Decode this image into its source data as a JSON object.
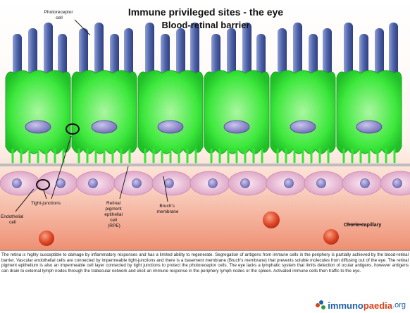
{
  "title": {
    "line1": "Immune privileged sites - the eye",
    "line2": "Blood-retinal barrier"
  },
  "labels": {
    "photoreceptor": [
      "Photoreceptor",
      "cell"
    ],
    "tight_junctions": "Tight-junctions",
    "endothelial": [
      "Endothelial",
      "cell"
    ],
    "rpe": [
      "Retinal",
      "pigment",
      "epithelial",
      "cell",
      "(RPE)"
    ],
    "bruchs": [
      "Bruch's",
      "membrane"
    ],
    "chorio": "Chorio-capillary"
  },
  "caption": "The retina is highly susceptible to damage by inflammatory responses and has a limited ability to regenerate. Segregation of antigens from immune cells in the periphery is partially achieved by the blood-retinal barrier. Vascular endothelial cells are connected by impermeable tight-junctions and there is a basement membrane (Bruch's membrane) that prevents soluble molecules from diffusing out of the eye. The retinal pigment epithelium is also an impermeable cell layer connected by tight junctions to protect the photoreceptor cells. The eye lacks a lymphatic system that limits detection of ocular antigens, however antigens can drain to external lymph nodes through the trabecular network and elicit an immune response in the periphery lymph nodes or the spleen. Activated immune cells then traffic to the eye.",
  "logo": {
    "part1": "immuno",
    "part2": "paedia",
    "part3": ".org"
  },
  "colors": {
    "rpe_green": "#33e633",
    "photoreceptor_blue": "#4f63a8",
    "nucleus": "#8085c8",
    "chorio_red": "#e34a2e",
    "endothelial_pink": "#e8b6d4"
  },
  "icons": [
    "immunopaedia-logo-icon"
  ]
}
